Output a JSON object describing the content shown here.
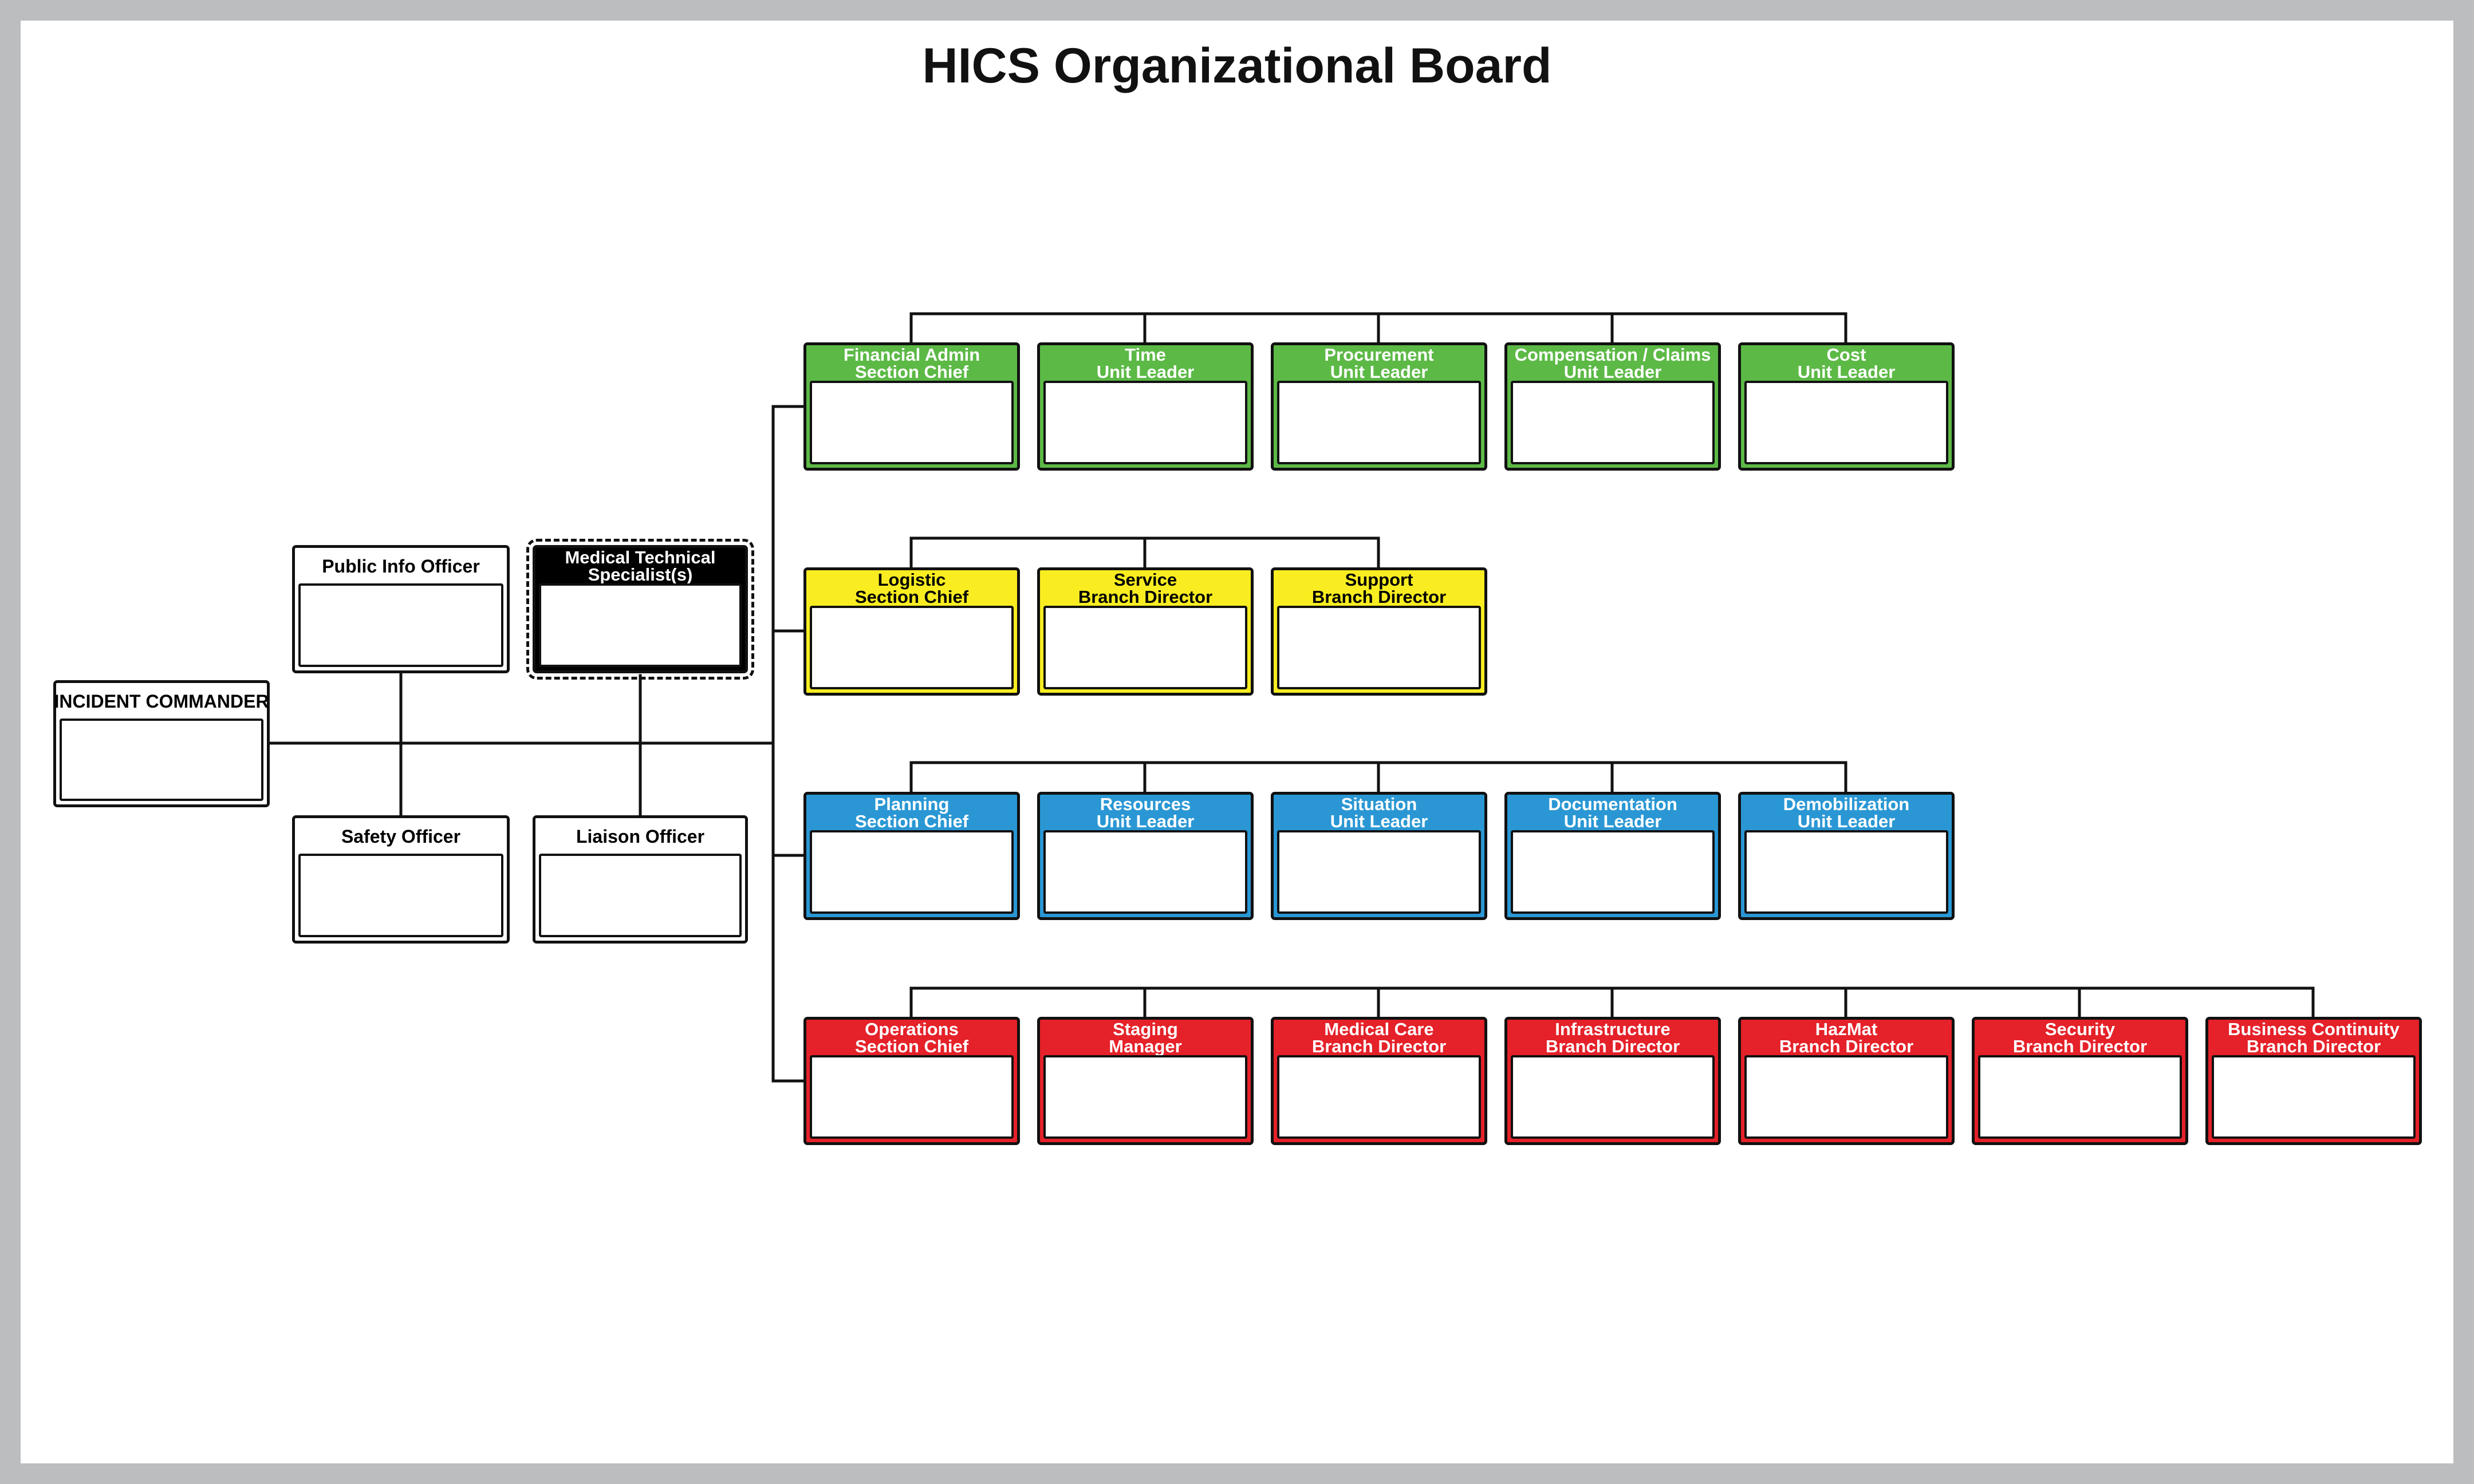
{
  "title": "HICS Organizational Board",
  "colors": {
    "finance": "#5cb946",
    "logistics": "#f9ed21",
    "planning": "#2a97d4",
    "operations": "#e52129",
    "command": "#ffffff",
    "specialist": "#000000",
    "line": "#111111",
    "frame": "#bcbdbf"
  },
  "command_staff": {
    "incident_commander": [
      "INCIDENT COMMANDER"
    ],
    "public_info_officer": [
      "Public Info Officer"
    ],
    "medical_technical_specialist": [
      "Medical Technical",
      "Specialist(s)"
    ],
    "safety_officer": [
      "Safety Officer"
    ],
    "liaison_officer": [
      "Liaison Officer"
    ]
  },
  "sections": {
    "finance": [
      [
        "Financial Admin",
        "Section Chief"
      ],
      [
        "Time",
        "Unit Leader"
      ],
      [
        "Procurement",
        "Unit Leader"
      ],
      [
        "Compensation / Claims",
        "Unit Leader"
      ],
      [
        "Cost",
        "Unit Leader"
      ]
    ],
    "logistics": [
      [
        "Logistic",
        "Section Chief"
      ],
      [
        "Service",
        "Branch Director"
      ],
      [
        "Support",
        "Branch Director"
      ]
    ],
    "planning": [
      [
        "Planning",
        "Section Chief"
      ],
      [
        "Resources",
        "Unit Leader"
      ],
      [
        "Situation",
        "Unit Leader"
      ],
      [
        "Documentation",
        "Unit Leader"
      ],
      [
        "Demobilization",
        "Unit Leader"
      ]
    ],
    "operations": [
      [
        "Operations",
        "Section Chief"
      ],
      [
        "Staging",
        "Manager"
      ],
      [
        "Medical Care",
        "Branch Director"
      ],
      [
        "Infrastructure",
        "Branch Director"
      ],
      [
        "HazMat",
        "Branch Director"
      ],
      [
        "Security",
        "Branch Director"
      ],
      [
        "Business Continuity",
        "Branch Director"
      ]
    ]
  }
}
